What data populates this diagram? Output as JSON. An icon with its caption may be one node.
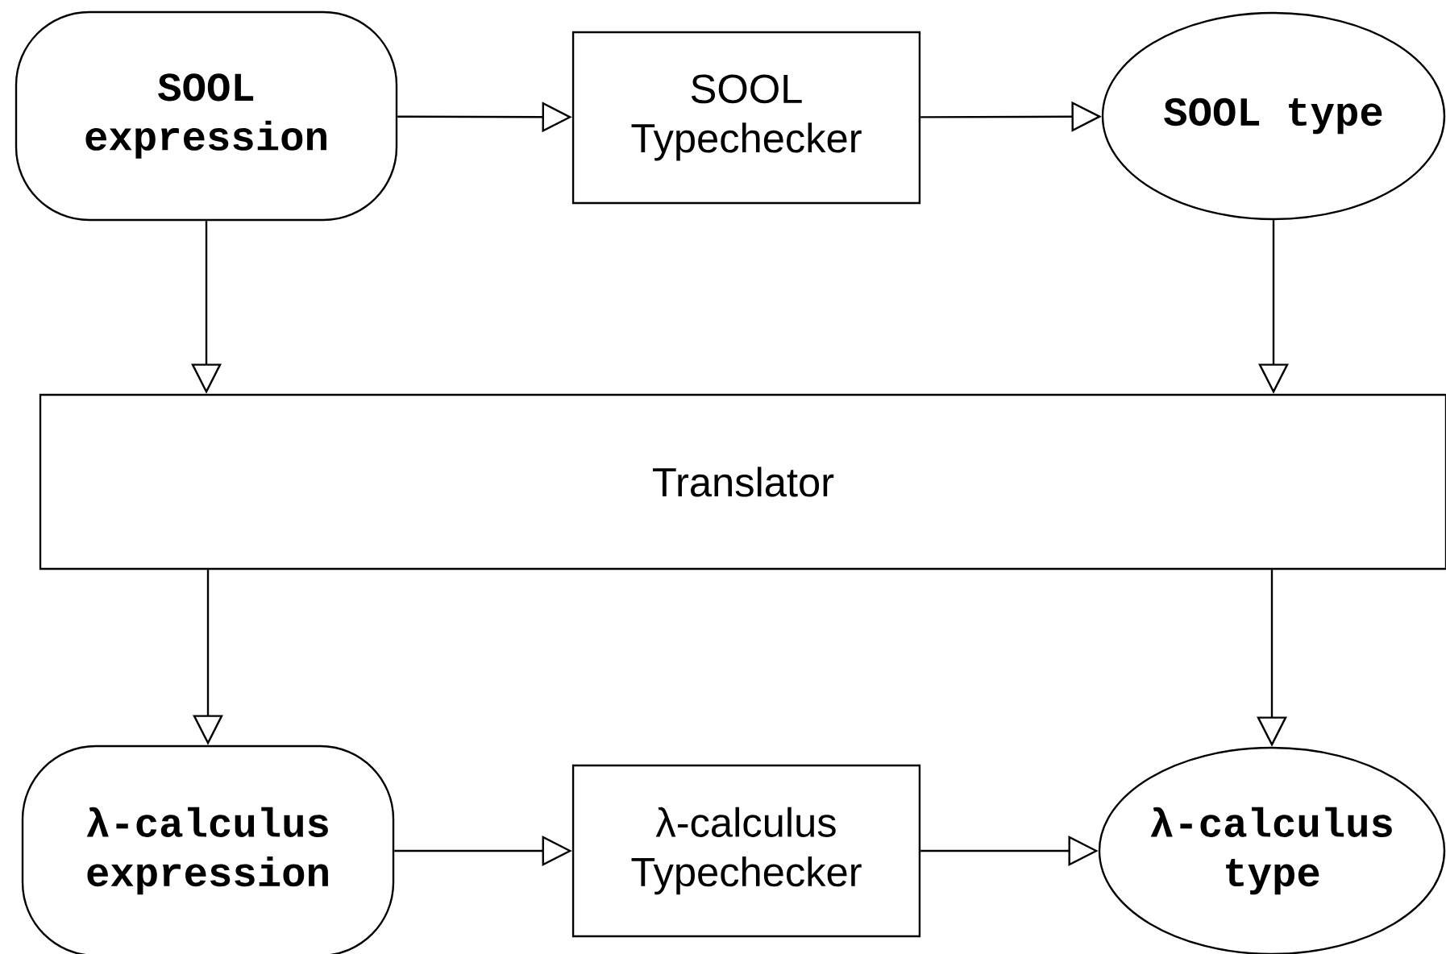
{
  "diagram": {
    "nodes": [
      {
        "text": [
          "SOOL expression"
        ]
      },
      {
        "text": [
          "SOOL Typechecker"
        ]
      },
      {
        "text": [
          "SOOL type"
        ]
      },
      {
        "text": [
          "Translator"
        ]
      },
      {
        "text": [
          "λ-calculus expression"
        ]
      },
      {
        "text": [
          "λ-calculus Typechecker"
        ]
      },
      {
        "text": [
          "λ-calculus type"
        ]
      }
    ],
    "edges": [
      {
        "from": 0,
        "to": 1,
        "arrow": "to"
      },
      {
        "from": 1,
        "to": 2,
        "arrow": "to"
      },
      {
        "from": 0,
        "to": 3,
        "arrow": "to"
      },
      {
        "from": 2,
        "to": 3,
        "arrow": "to"
      },
      {
        "from": 3,
        "to": 4,
        "arrow": "to"
      },
      {
        "from": 3,
        "to": 6,
        "arrow": "to"
      },
      {
        "from": 4,
        "to": 5,
        "arrow": "to"
      },
      {
        "from": 5,
        "to": 6,
        "arrow": "to"
      }
    ]
  }
}
